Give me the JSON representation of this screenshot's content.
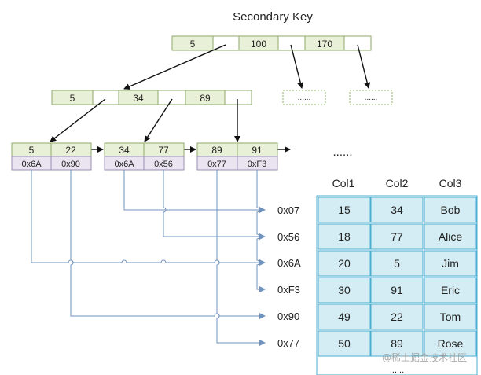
{
  "title": "Secondary Key",
  "colors": {
    "node_fill": "#e8f1d8",
    "node_stroke": "#8faa6a",
    "addr_fill": "#e9e4f0",
    "addr_stroke": "#9a8fb3",
    "pointer_line": "#6f93bd",
    "table_fill": "#d4ecf3",
    "table_stroke": "#4aaed0",
    "arrow": "#111111",
    "placeholder_stroke": "#8fb36a"
  },
  "root": {
    "keys": [
      "5",
      "100",
      "170"
    ]
  },
  "internal": {
    "keys": [
      "5",
      "34",
      "89"
    ]
  },
  "placeholders": [
    "......",
    "......"
  ],
  "leaves": [
    {
      "keys": [
        "5",
        "22"
      ],
      "addrs": [
        "0x6A",
        "0x90"
      ]
    },
    {
      "keys": [
        "34",
        "77"
      ],
      "addrs": [
        "0x6A",
        "0x56"
      ]
    },
    {
      "keys": [
        "89",
        "91"
      ],
      "addrs": [
        "0x77",
        "0xF3"
      ]
    }
  ],
  "leaf_ellipsis": "......",
  "row_addresses": [
    "0x07",
    "0x56",
    "0x6A",
    "0xF3",
    "0x90",
    "0x77"
  ],
  "table": {
    "headers": [
      "Col1",
      "Col2",
      "Col3"
    ],
    "rows": [
      [
        "15",
        "34",
        "Bob"
      ],
      [
        "18",
        "77",
        "Alice"
      ],
      [
        "20",
        "5",
        "Jim"
      ],
      [
        "30",
        "91",
        "Eric"
      ],
      [
        "49",
        "22",
        "Tom"
      ],
      [
        "50",
        "89",
        "Rose"
      ]
    ],
    "ellipsis": "......"
  },
  "watermark": "@稀土掘金技术社区"
}
